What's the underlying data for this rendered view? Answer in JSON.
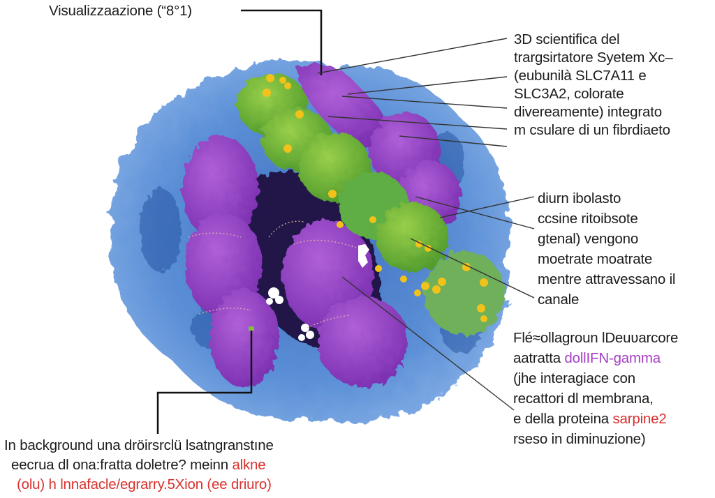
{
  "figure": {
    "title_label": "Visualizzaazione (“8°1)",
    "colors": {
      "membrane_blue": "#5b8fd6",
      "membrane_dark": "#2d5aa8",
      "subunit_purple": "#8a3cc0",
      "subunit_green": "#6fb83a",
      "ligand_yellow": "#f2c21a",
      "channel_dark": "#20184a",
      "highlight_purple": "#a43fc4",
      "highlight_red": "#d8322e"
    },
    "annotations": {
      "top_right": {
        "lines": [
          "3D scientifica del",
          "trargsirtatore Syetem Xc–",
          "(eubunilà SLC7A11 e",
          "SLC3A2, colorate",
          "divereamente) integrato",
          "m csulare di un fibrdiaeto"
        ]
      },
      "middle_right": {
        "lines": [
          "diurn ibolasto",
          "ccsine ritoibsote",
          "gtenal) vengono",
          "moetrate moatrate",
          "mentre attravessano il",
          "canale"
        ]
      },
      "bottom_right": {
        "line1": "Flé≈ollagroun lDeuʋarcore",
        "line2_prefix": "aatratta ",
        "line2_highlight": "dollIFN-gamma",
        "line3": "(jhe interagiace con",
        "line4": "recattori dl membrana,",
        "line5_prefix": "e della proteina ",
        "line5_highlight": "sarpine2",
        "line6": "rseso in diminuzione)"
      },
      "bottom_left": {
        "line1": "In background una dröirsrclü lsatngranstıne",
        "line2_prefix": "eecrua dl ona:fratta doletre? meinn ",
        "line2_highlight": "alkne",
        "line3": "(olu) h lnnafacle/egrarry.5Xion (ee driuro)"
      }
    }
  }
}
